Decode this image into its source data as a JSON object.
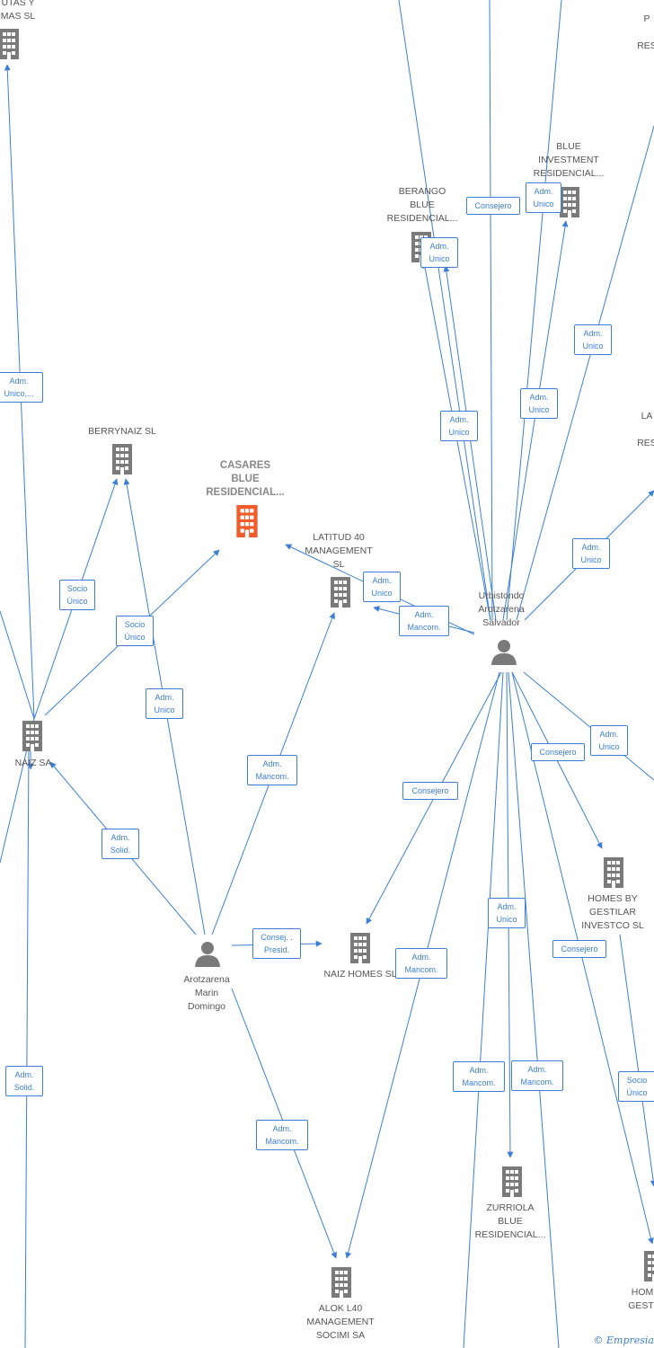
{
  "colors": {
    "edge": "#3b7fd9",
    "company_icon": "#7a7a7a",
    "main_company_icon": "#f25c2a",
    "person_icon": "#7a7a7a"
  },
  "nodes": {
    "top_left_company": "UTAS Y\nMAS  SL",
    "p_res": "P\n\nRES",
    "blue_investment": "BLUE\nINVESTMENT\nRESIDENCIAL...",
    "berango": "BERANGO\nBLUE\nRESIDENCIAL...",
    "berrynaiz": "BERRYNAIZ  SL",
    "casares": "CASARES\nBLUE\nRESIDENCIAL...",
    "latitud40": "LATITUD 40\nMANAGEMENT\nSL",
    "la_res": "LA\n\nRES",
    "urbistondo": "Urbistondo\nArotzarena\nSalvador",
    "naiz_sa": "NAIZ SA",
    "homes_gestilar": "HOMES BY\nGESTILAR\nINVESTCO  SL",
    "arotzarena": "Arotzarena\nMarin\nDomingo",
    "naiz_homes": "NAIZ HOMES  SL",
    "zurriola": "ZURRIOLA\nBLUE\nRESIDENCIAL...",
    "alok": "ALOK L40\nMANAGEMENT\nSOCIMI SA",
    "hom_gesti": "HOM\nGESTI"
  },
  "edge_labels": {
    "consejero_top": "Consejero",
    "adm_unico_blue": "Adm.\nUnico",
    "adm_unico_berango": "Adm.\nUnico",
    "adm_unico_left": "Adm.\nUnico,...",
    "adm_unico_right_top": "Adm.\nUnico",
    "adm_unico_u1": "Adm.\nUnico",
    "adm_unico_u2": "Adm.\nUnico",
    "socio_unico_1": "Socio\nÚnico",
    "socio_unico_2": "Socio\nÚnico",
    "adm_unico_la": "Adm.\nUnico",
    "adm_unico_latitud": "Adm.\nUnico",
    "adm_mancom_latitud": "Adm.\nMancom.",
    "adm_unico_berry": "Adm.\nUnico",
    "adm_unico_right_mid": "Adm.\nUnico",
    "consejero_homes": "Consejero",
    "adm_mancom_arot_latitud": "Adm.\nMancom.",
    "consejero_naizhomes": "Consejero",
    "adm_solid_naiz": "Adm.\nSolid.",
    "adm_unico_zurriola": "Adm.\nUnico",
    "consejero_bottom": "Consejero",
    "consej_presid": "Consej. .\nPresid.",
    "adm_mancom_alok": "Adm.\nMancom.",
    "adm_solid_left": "Adm.\nSolid.",
    "adm_mancom_b1": "Adm.\nMancom.",
    "adm_mancom_b2": "Adm.\nMancom.",
    "socio_unico_bottom": "Socio\nÚnico",
    "adm_mancom_arot_alok": "Adm.\nMancom."
  },
  "icons": {
    "company": "building-icon",
    "person": "person-icon"
  },
  "footer": {
    "copyright_symbol": "©",
    "brand": "Empresia"
  }
}
